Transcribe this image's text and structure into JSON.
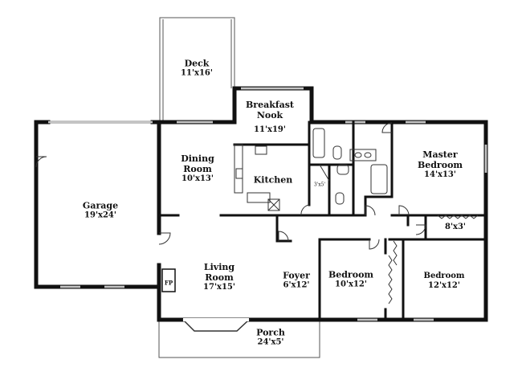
{
  "rooms": {
    "deck": {
      "name": "Deck",
      "dims": "11'x16'"
    },
    "breakfast_nook": {
      "name_line1": "Breakfast",
      "name_line2": "Nook",
      "dims": "11'x19'"
    },
    "dining_room": {
      "name_line1": "Dining",
      "name_line2": "Room",
      "dims": "10'x13'"
    },
    "kitchen": {
      "name": "Kitchen"
    },
    "master_bedroom": {
      "name_line1": "Master",
      "name_line2": "Bedroom",
      "dims": "14'x13'"
    },
    "closet_small": {
      "dims": "3'x5'"
    },
    "walk_in_closet": {
      "dims": "8'x3'"
    },
    "garage": {
      "name": "Garage",
      "dims": "19'x24'"
    },
    "living_room": {
      "name_line1": "Living",
      "name_line2": "Room",
      "dims": "17'x15'"
    },
    "foyer": {
      "name": "Foyer",
      "dims": "6'x12'"
    },
    "bedroom_left": {
      "name": "Bedroom",
      "dims": "10'x12'"
    },
    "bedroom_right": {
      "name": "Bedroom",
      "dims": "12'x12'"
    },
    "porch": {
      "name": "Porch",
      "dims": "24'x5'"
    },
    "fireplace": {
      "label": "FP"
    }
  }
}
